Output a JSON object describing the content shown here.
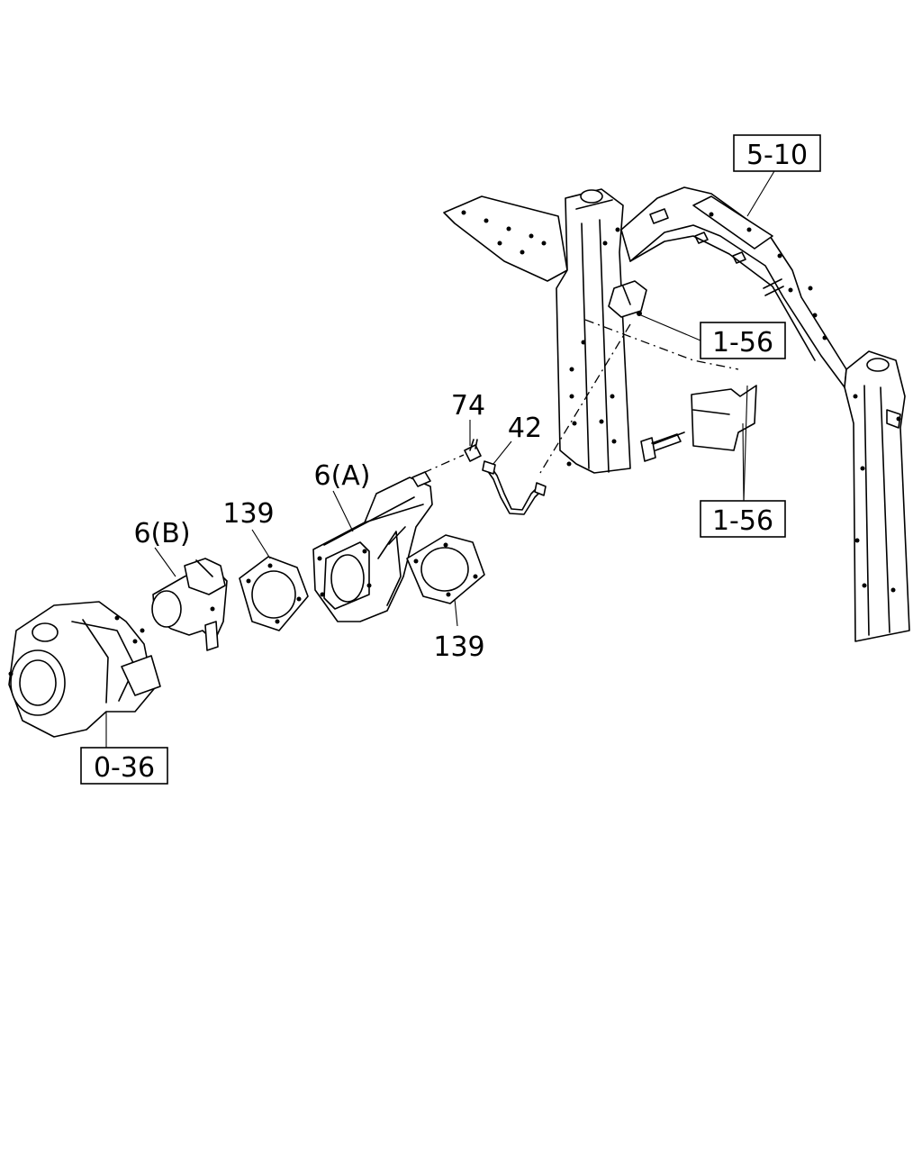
{
  "labels": {
    "ref_5_10": "5-10",
    "ref_1_56_top": "1-56",
    "ref_1_56_bottom": "1-56",
    "ref_0_36": "0-36",
    "part_74": "74",
    "part_42": "42",
    "part_6a": "6(A)",
    "part_6b": "6(B)",
    "part_139_left": "139",
    "part_139_right": "139"
  }
}
